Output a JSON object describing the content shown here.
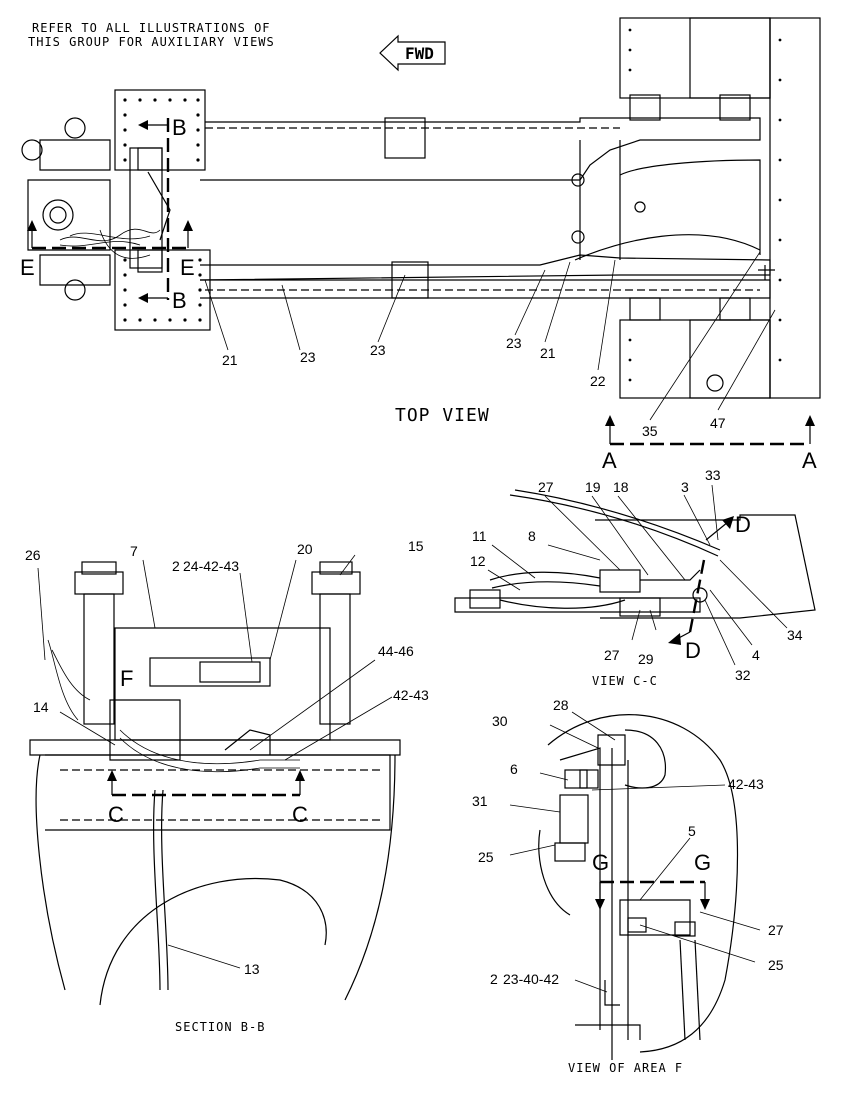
{
  "notes": {
    "line1": "REFER TO ALL ILLUSTRATIONS OF",
    "line2": "THIS GROUP FOR AUXILIARY VIEWS"
  },
  "fwd_label": "FWD",
  "views": {
    "top": "TOP VIEW",
    "cc": "VIEW C-C",
    "bb": "SECTION B-B",
    "f": "VIEW OF AREA F"
  },
  "section_letters": {
    "b": "B",
    "e": "E",
    "a": "A",
    "c": "C",
    "d": "D",
    "f": "F",
    "g": "G"
  },
  "callouts": {
    "c21a": "21",
    "c23a": "23",
    "c23b": "23",
    "c23c": "23",
    "c21b": "21",
    "c22": "22",
    "c35": "35",
    "c47": "47",
    "c27a": "27",
    "c19": "19",
    "c18": "18",
    "c3": "3",
    "c33": "33",
    "c11": "11",
    "c8": "8",
    "c12": "12",
    "c27b": "27",
    "c29": "29",
    "c32": "32",
    "c4": "4",
    "c34": "34",
    "c26": "26",
    "c7": "7",
    "c24": "24-42-43",
    "c20": "20",
    "c15": "15",
    "c4446": "44-46",
    "c4243a": "42-43",
    "c14": "14",
    "c13": "13",
    "c30": "30",
    "c28": "28",
    "c6": "6",
    "c4243b": "42-43",
    "c31": "31",
    "c25a": "25",
    "c5": "5",
    "c27c": "27",
    "c25b": "25",
    "c234042": "23-40-42",
    "p2a": "2",
    "p2b": "2"
  }
}
